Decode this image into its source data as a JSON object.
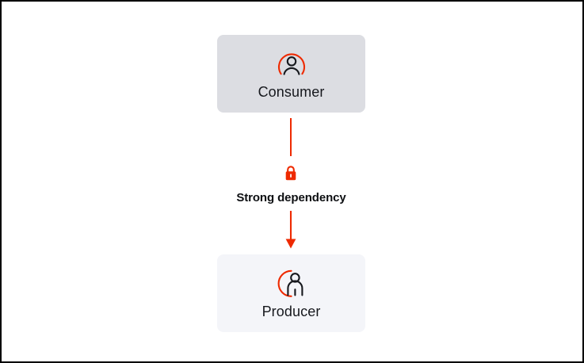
{
  "canvas": {
    "background_color": "#ffffff",
    "border_color": "#000000"
  },
  "diagram": {
    "type": "dependency-flow",
    "accent_color": "#ee2a00",
    "nodes": [
      {
        "id": "consumer",
        "label": "Consumer",
        "icon": "consumer-person-arc-icon",
        "background_color": "#dcdde2",
        "text_color": "#16181d"
      },
      {
        "id": "producer",
        "label": "Producer",
        "icon": "producer-person-arc-icon",
        "background_color": "#f4f5f9",
        "text_color": "#16181d"
      }
    ],
    "edge": {
      "from": "consumer",
      "to": "producer",
      "label": "Strong dependency",
      "icon": "lock-icon",
      "color": "#ee2a00",
      "arrow_direction": "down",
      "text_color": "#0d0f12"
    }
  }
}
